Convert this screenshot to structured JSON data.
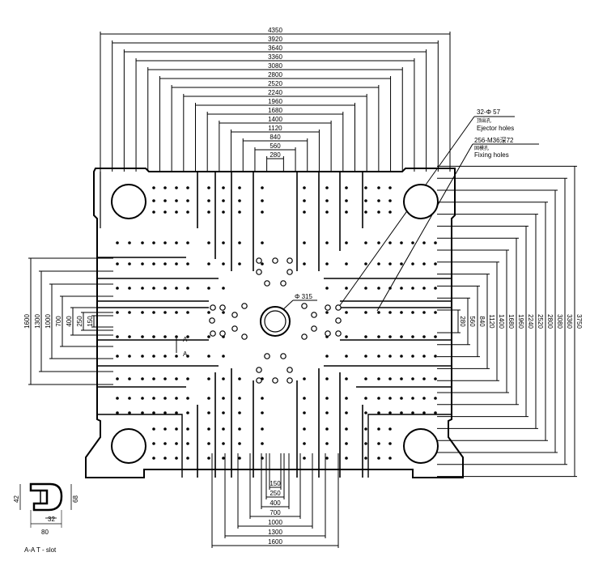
{
  "top_dims": [
    "4350",
    "3920",
    "3640",
    "3360",
    "3080",
    "2800",
    "2520",
    "2240",
    "1960",
    "1680",
    "1400",
    "1120",
    "840",
    "560",
    "280"
  ],
  "right_dims": [
    "280",
    "560",
    "840",
    "1120",
    "1400",
    "1680",
    "1960",
    "2240",
    "2520",
    "2800",
    "3080",
    "3360",
    "3750"
  ],
  "left_dims": [
    "1600",
    "1300",
    "1000",
    "700",
    "400",
    "250",
    "150"
  ],
  "bottom_dims": [
    "150",
    "250",
    "400",
    "700",
    "1000",
    "1300",
    "1600"
  ],
  "callouts": {
    "ejector_count": "32-Φ 57",
    "ejector_cn": "顶出孔",
    "ejector_label": "Ejector holes",
    "fixing_count": "256-M36深72",
    "fixing_cn": "固模孔",
    "fixing_label": "Fixing holes",
    "center_hole": "Φ 315",
    "section_a": "A"
  },
  "tslot": {
    "dim_42": "42",
    "dim_68": "68",
    "dim_32": "32",
    "dim_80": "80",
    "caption": "A-A  T - slot"
  }
}
